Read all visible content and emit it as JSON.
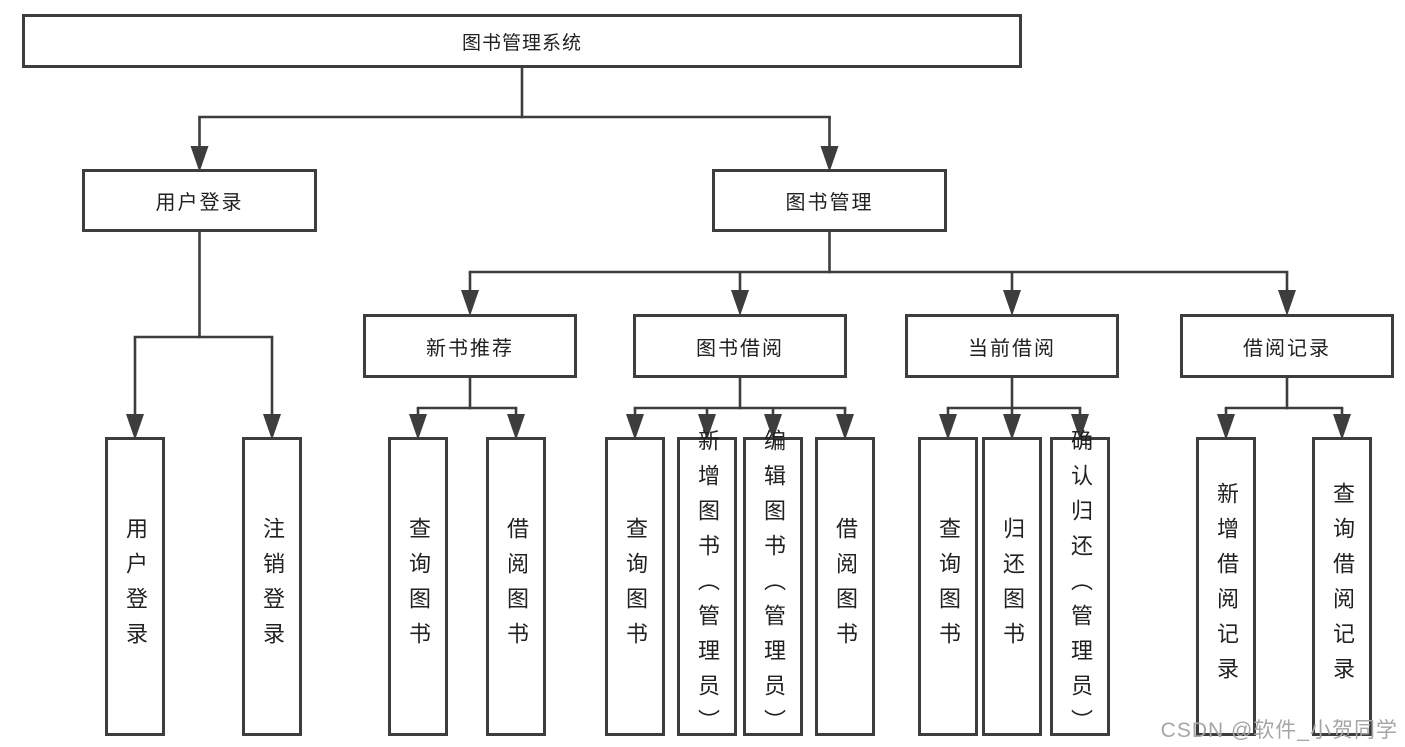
{
  "tree": {
    "label": "图书管理系统",
    "children": [
      {
        "label": "用户登录",
        "children": [
          {
            "label": "用户登录"
          },
          {
            "label": "注销登录"
          }
        ]
      },
      {
        "label": "图书管理",
        "children": [
          {
            "label": "新书推荐",
            "children": [
              {
                "label": "查询图书"
              },
              {
                "label": "借阅图书"
              }
            ]
          },
          {
            "label": "图书借阅",
            "children": [
              {
                "label": "查询图书"
              },
              {
                "label": "新增图书（管理员）"
              },
              {
                "label": "编辑图书（管理员）"
              },
              {
                "label": "借阅图书"
              }
            ]
          },
          {
            "label": "当前借阅",
            "children": [
              {
                "label": "查询图书"
              },
              {
                "label": "归还图书"
              },
              {
                "label": "确认归还（管理员）"
              }
            ]
          },
          {
            "label": "借阅记录",
            "children": [
              {
                "label": "新增借阅记录"
              },
              {
                "label": "查询借阅记录"
              }
            ]
          }
        ]
      }
    ]
  },
  "watermark": {
    "text": "CSDN @软件_小贺同学"
  },
  "colors": {
    "line": "#3d3d3d",
    "text": "#212121",
    "watermark": "#a6a6a6",
    "background": "#ffffff"
  }
}
